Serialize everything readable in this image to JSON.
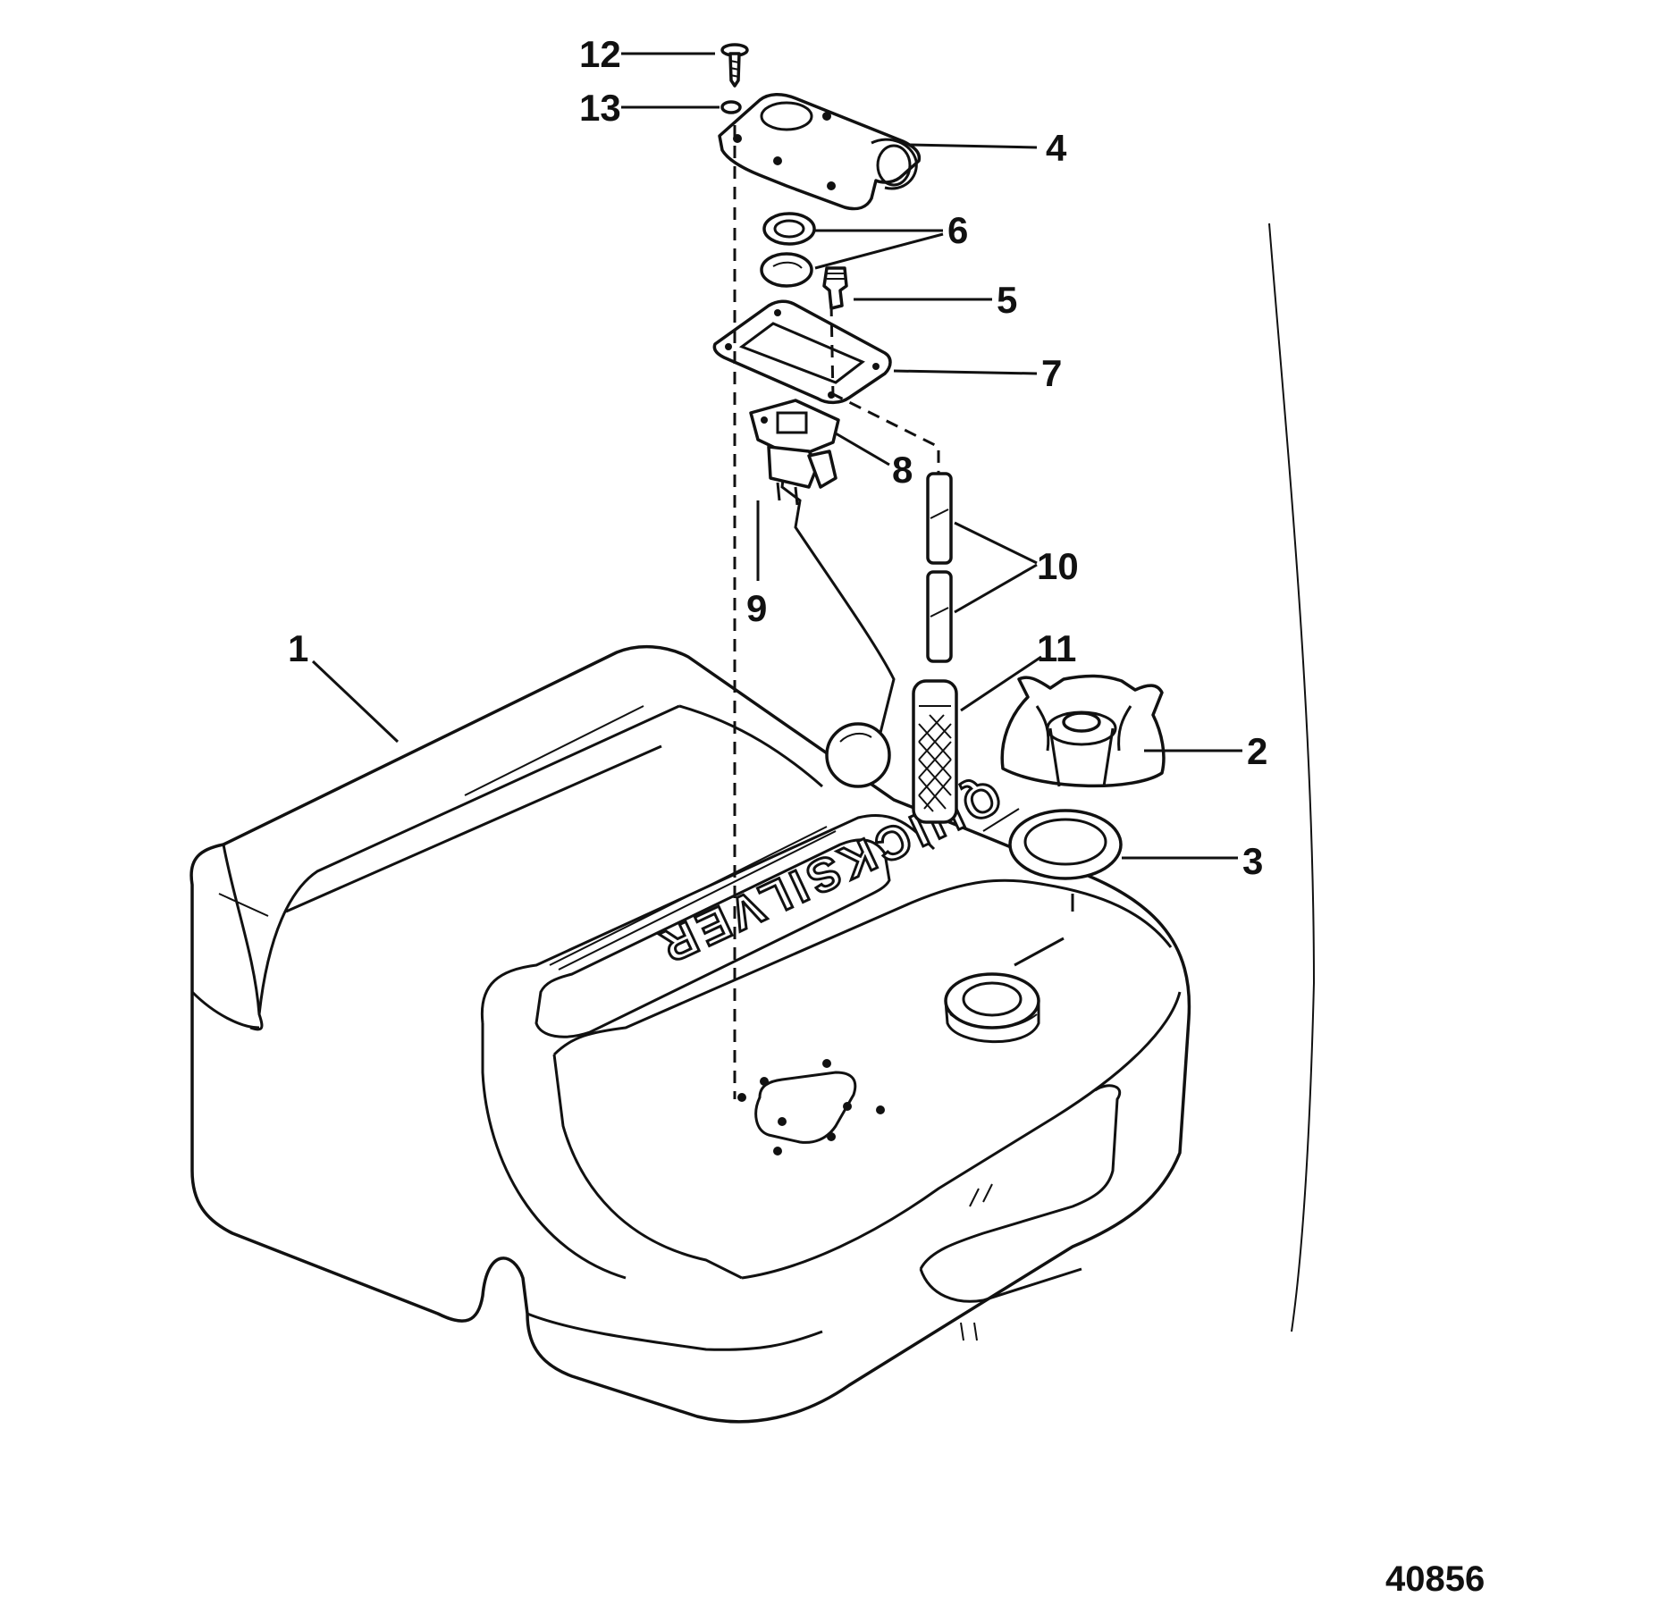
{
  "figure_number": "40856",
  "brand_text": "QUICKSILVER",
  "callouts": [
    {
      "id": "1",
      "text": "1"
    },
    {
      "id": "2",
      "text": "2"
    },
    {
      "id": "3",
      "text": "3"
    },
    {
      "id": "4",
      "text": "4"
    },
    {
      "id": "5",
      "text": "5"
    },
    {
      "id": "6",
      "text": "6"
    },
    {
      "id": "7",
      "text": "7"
    },
    {
      "id": "8",
      "text": "8"
    },
    {
      "id": "9",
      "text": "9"
    },
    {
      "id": "10",
      "text": "10"
    },
    {
      "id": "11",
      "text": "11"
    },
    {
      "id": "12",
      "text": "12"
    },
    {
      "id": "13",
      "text": "13"
    }
  ]
}
